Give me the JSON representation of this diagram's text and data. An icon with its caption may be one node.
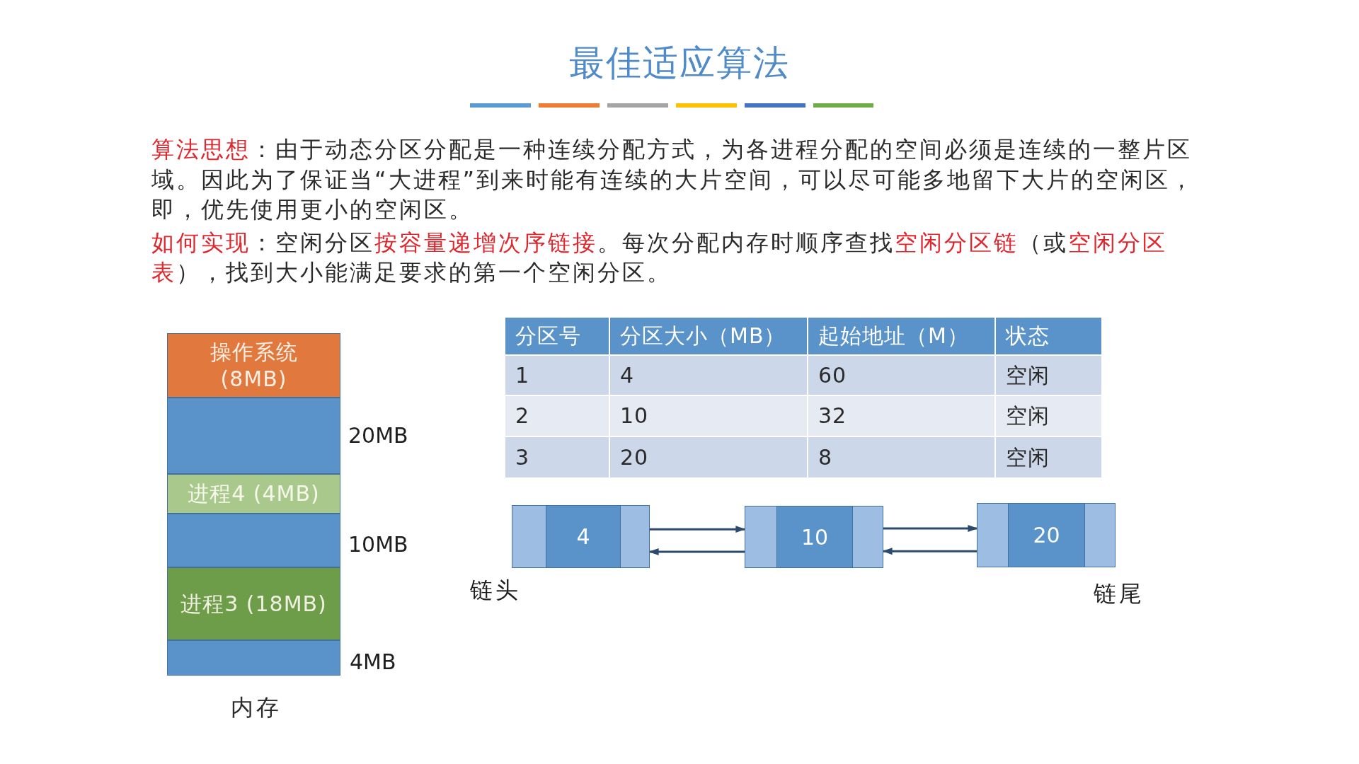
{
  "diagram": {
    "title": "最佳适应算法",
    "nodes": [
      {
        "text": [
          "操作系统 (8MB)"
        ]
      },
      {
        "text": [],
        "shape": "box",
        "beside": [
          "20MB"
        ]
      },
      {
        "text": [
          "进程4 (4MB)"
        ]
      },
      {
        "text": [],
        "shape": "box",
        "beside": [
          "10MB"
        ]
      },
      {
        "text": [
          "进程3 (18MB)"
        ]
      },
      {
        "text": [],
        "shape": "box",
        "beside": [
          "4MB"
        ]
      },
      {
        "text": [
          "4"
        ],
        "beside": [
          "链头"
        ]
      },
      {
        "text": [
          "10"
        ]
      },
      {
        "text": [
          "20"
        ],
        "beside": [
          "链尾"
        ]
      }
    ],
    "edges": [
      {
        "from": 6,
        "to": 7,
        "arrow": "to"
      },
      {
        "from": 7,
        "to": 6,
        "arrow": "to"
      },
      {
        "from": 7,
        "to": 8,
        "arrow": "to"
      },
      {
        "from": 8,
        "to": 7,
        "arrow": "to"
      }
    ],
    "labels": [
      "**算法思想**：由于动态分区分配是一种连续分配方式，为各进程分配的空间必须是连续的一整片区域。因此为了保证当“大进程”到来时能有连续的大片空间，可以尽可能多地留下大片的空闲区，即，优先使用更小的空闲区。",
      "**如何实现**：空闲分区**按容量递增次序链接**。每次分配内存时顺序查找**空闲分区链**（或**空闲分区表**），找到大小能满足要求的第一个空闲分区。",
      "分区号",
      "分区大小（MB）",
      "起始地址（M）",
      "状态",
      "1",
      "4",
      "60",
      "空闲",
      "2",
      "10",
      "32",
      "空闲",
      "3",
      "20",
      "8",
      "空闲",
      "内存"
    ]
  }
}
